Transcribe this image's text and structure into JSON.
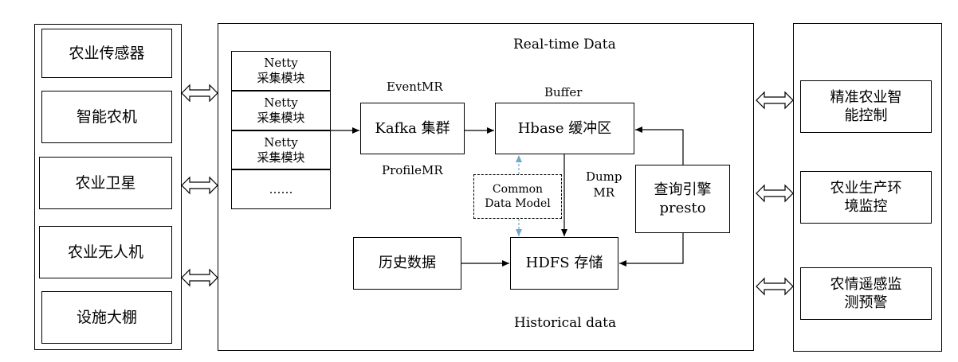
{
  "sources": [
    "农业传感器",
    "智能农机",
    "农业卫星",
    "农业无人机",
    "设施大棚"
  ],
  "netty": {
    "modules": [
      "Netty\n采集模块",
      "Netty\n采集模块",
      "Netty\n采集模块"
    ],
    "more": "……"
  },
  "labels": {
    "realtime": "Real-time Data",
    "historical": "Historical data",
    "event_mr": "EventMR",
    "profile_mr": "ProfileMR",
    "buffer": "Buffer",
    "dump_mr": "Dump\nMR"
  },
  "nodes": {
    "kafka": "Kafka 集群",
    "hbase": "Hbase 缓冲区",
    "common_model": "Common\nData Model",
    "query": "查询引擎\npresto",
    "history": "历史数据",
    "hdfs": "HDFS 存储"
  },
  "apps": [
    "精准农业智\n能控制",
    "农业生产环\n境监控",
    "农情遥感监\n测预警"
  ],
  "colors": {
    "line": "#000000",
    "dashed_arrow": "#6fa8c8"
  }
}
